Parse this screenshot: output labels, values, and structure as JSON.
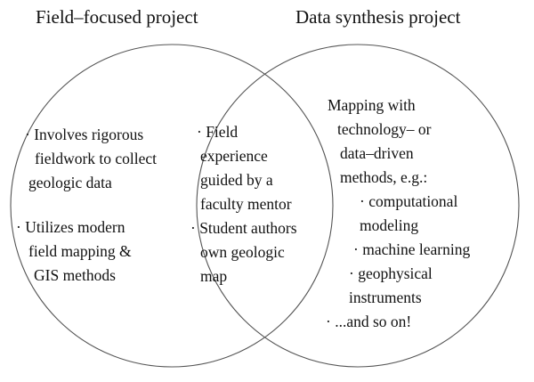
{
  "diagram": {
    "type": "venn",
    "sets": 2,
    "stroke_color": "#555555",
    "background_color": "#ffffff",
    "text_color": "#111111"
  },
  "titles": {
    "left": "Field–focused project",
    "right": "Data synthesis project"
  },
  "left_only": {
    "items": [
      {
        "bullet": "·",
        "lines": [
          "· Involves rigorous",
          "fieldwork to collect",
          "geologic data"
        ]
      },
      {
        "bullet": "·",
        "lines": [
          "· Utilizes modern",
          "field mapping &",
          "GIS methods"
        ]
      }
    ]
  },
  "intersection": {
    "items": [
      {
        "bullet": "·",
        "lines": [
          "· Field",
          "experience",
          "guided by a",
          "faculty mentor"
        ]
      },
      {
        "bullet": "·",
        "lines": [
          "· Student authors",
          "own geologic",
          "map"
        ]
      }
    ]
  },
  "right_only": {
    "intro_lines": [
      "Mapping with",
      "technology– or",
      "data–driven",
      "methods, e.g.:"
    ],
    "sub_items": [
      "· computational",
      "modeling",
      "· machine learning",
      "· geophysical",
      "instruments",
      "· ...and so on!"
    ]
  }
}
